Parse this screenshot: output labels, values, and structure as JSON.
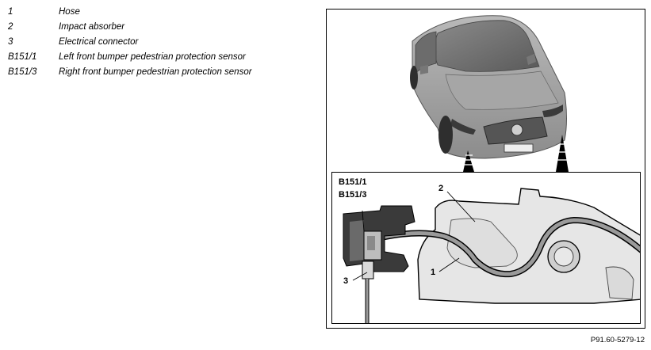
{
  "legend": [
    {
      "key": "1",
      "text": "Hose"
    },
    {
      "key": "2",
      "text": "Impact absorber"
    },
    {
      "key": "3",
      "text": "Electrical connector"
    },
    {
      "key": "B151/1",
      "text": "Left front bumper pedestrian protection sensor"
    },
    {
      "key": "B151/3",
      "text": "Right front bumper pedestrian protection sensor"
    }
  ],
  "callouts": {
    "c1": "1",
    "c2": "2",
    "c3": "3",
    "sensor1": "B151/1",
    "sensor3": "B151/3"
  },
  "figure_code": "P91.60-5279-12"
}
